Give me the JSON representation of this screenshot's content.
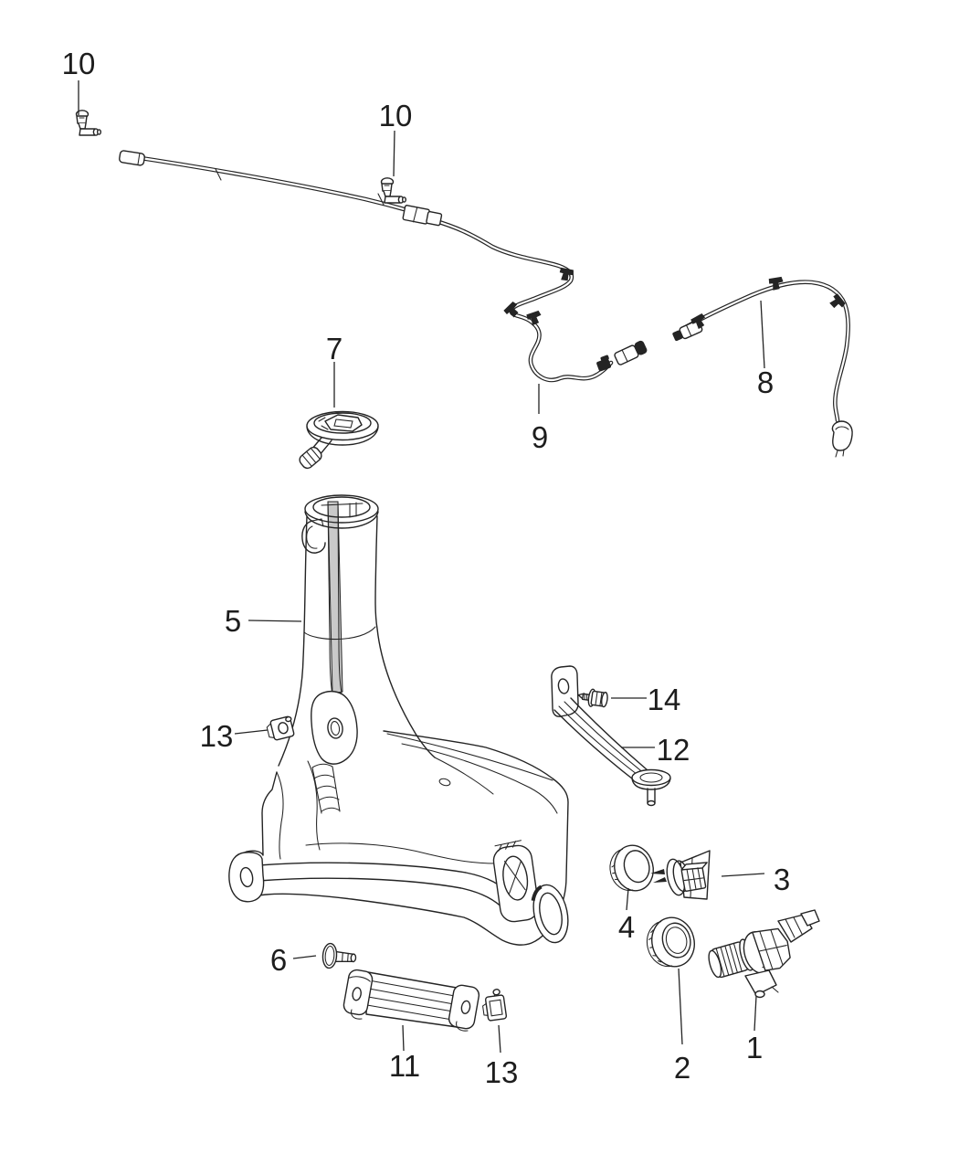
{
  "diagram": {
    "background_color": "#ffffff",
    "line_color": "#242424",
    "callouts": [
      {
        "id": "10-left",
        "label": "10"
      },
      {
        "id": "10-middle",
        "label": "10"
      },
      {
        "id": "7",
        "label": "7"
      },
      {
        "id": "8",
        "label": "8"
      },
      {
        "id": "9",
        "label": "9"
      },
      {
        "id": "5",
        "label": "5"
      },
      {
        "id": "13-left",
        "label": "13"
      },
      {
        "id": "14",
        "label": "14"
      },
      {
        "id": "12",
        "label": "12"
      },
      {
        "id": "3",
        "label": "3"
      },
      {
        "id": "4",
        "label": "4"
      },
      {
        "id": "6",
        "label": "6"
      },
      {
        "id": "2",
        "label": "2"
      },
      {
        "id": "1",
        "label": "1"
      },
      {
        "id": "11",
        "label": "11"
      },
      {
        "id": "13-bottom",
        "label": "13"
      }
    ]
  }
}
